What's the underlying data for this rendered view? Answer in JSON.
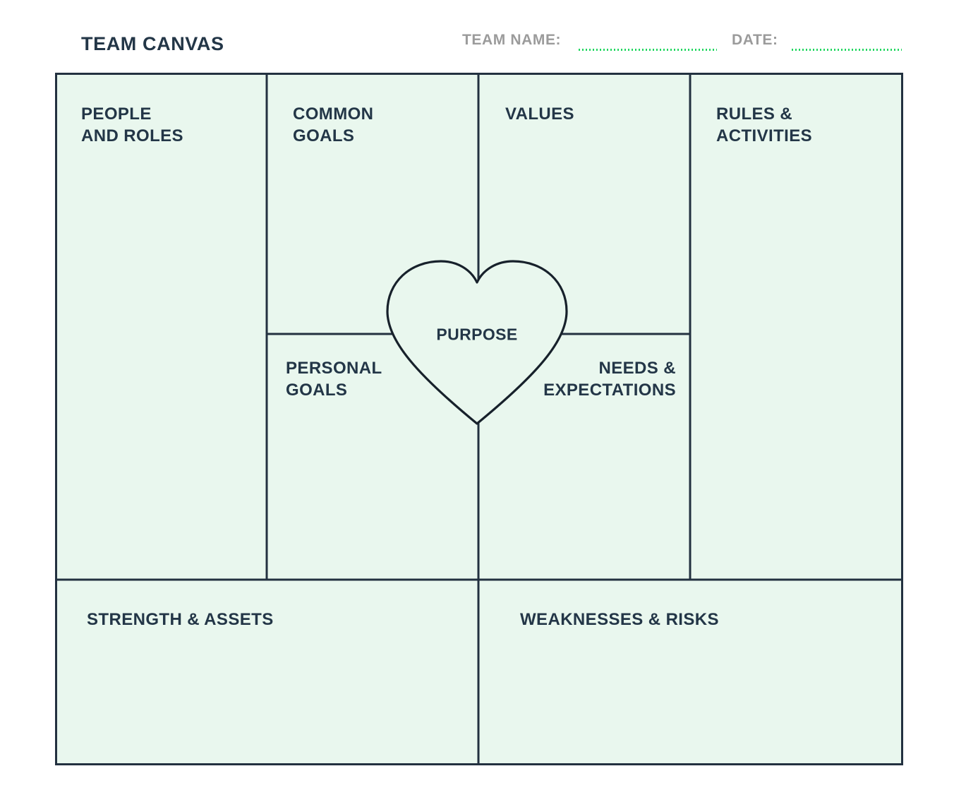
{
  "header": {
    "title": "TEAM CANVAS",
    "team_name": {
      "label": "TEAM NAME:",
      "value": "",
      "placeholder": ""
    },
    "date": {
      "label": "DATE:",
      "value": "",
      "placeholder": ""
    }
  },
  "canvas": {
    "sections": {
      "people_and_roles": {
        "label": "PEOPLE\nAND ROLES"
      },
      "common_goals": {
        "label": "COMMON\nGOALS"
      },
      "values": {
        "label": "VALUES"
      },
      "rules_and_activities": {
        "label": "RULES &\nACTIVITIES"
      },
      "personal_goals": {
        "label": "PERSONAL\nGOALS"
      },
      "needs_and_expectations": {
        "label": "NEEDS &\nEXPECTATIONS"
      },
      "purpose": {
        "label": "PURPOSE"
      },
      "strength_and_assets": {
        "label": "STRENGTH & ASSETS"
      },
      "weaknesses_and_risks": {
        "label": "WEAKNESSES & RISKS"
      }
    }
  },
  "colors": {
    "page_background": "#ffffff",
    "cell_background": "#e9f7ee",
    "grid_line": "#233140",
    "heading_text": "#233647",
    "heart_outline": "#17212b",
    "field_label_gray": "#9b9b9b",
    "field_underline_green": "#21d760"
  }
}
